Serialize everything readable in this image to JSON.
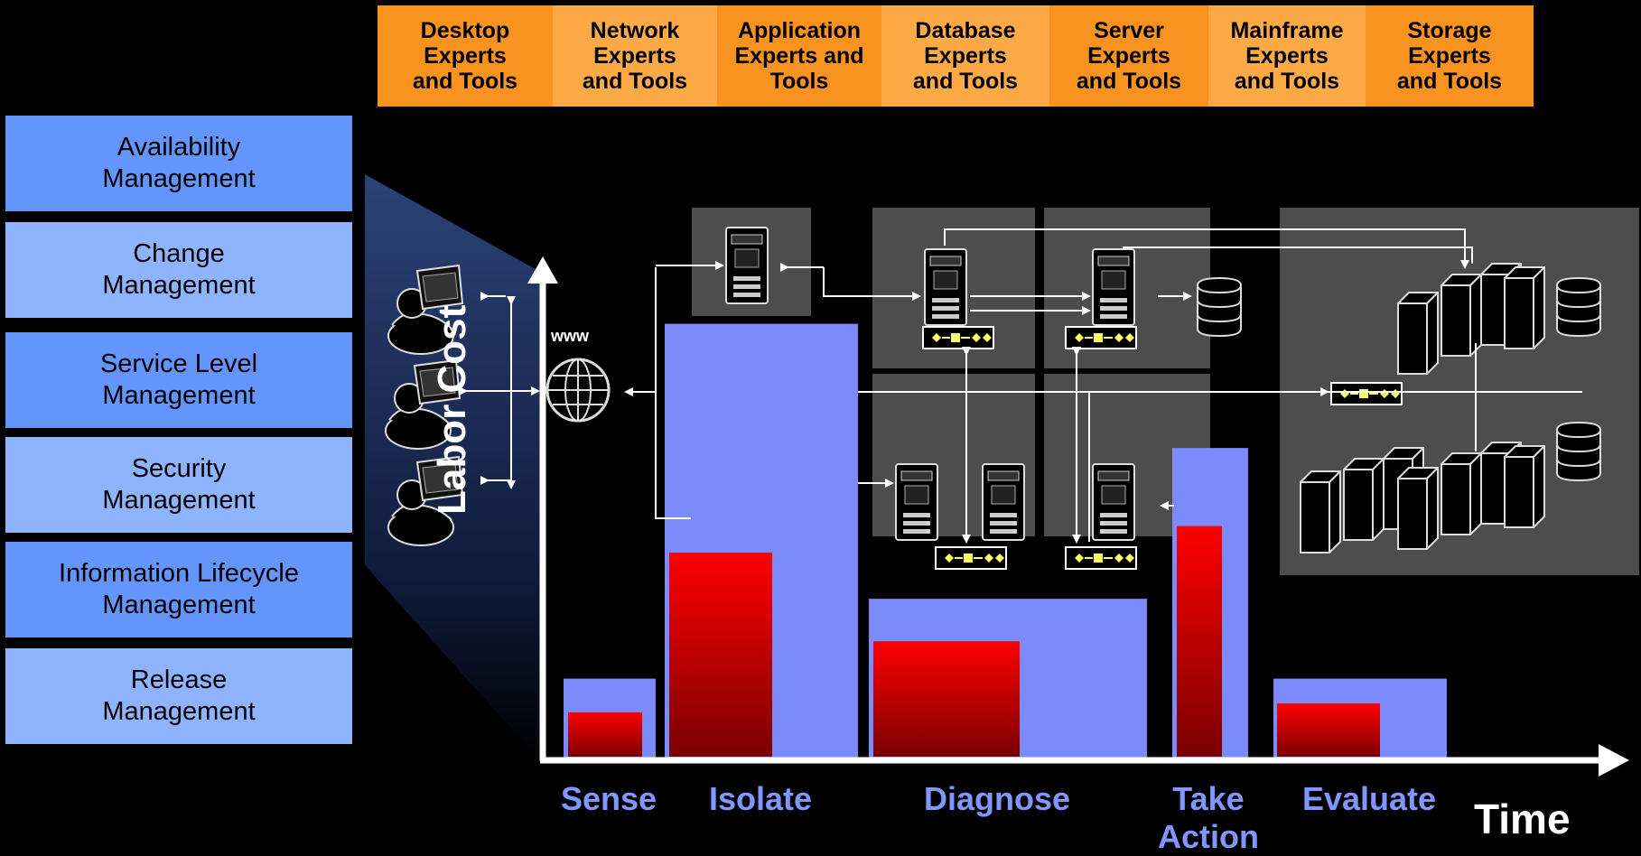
{
  "tool_columns": [
    {
      "label": "Desktop\nExperts\nand Tools",
      "color": "#f7931e"
    },
    {
      "label": "Network\nExperts\nand Tools",
      "color": "#fcaa46"
    },
    {
      "label": "Application\nExperts and\nTools",
      "color": "#f7931e"
    },
    {
      "label": "Database\nExperts\nand Tools",
      "color": "#fcaa46"
    },
    {
      "label": "Server\nExperts\nand Tools",
      "color": "#f7931e"
    },
    {
      "label": "Mainframe\nExperts\nand Tools",
      "color": "#fcaa46"
    },
    {
      "label": "Storage\nExperts\nand Tools",
      "color": "#f7931e"
    }
  ],
  "management_items": [
    {
      "label": "Availability\nManagement",
      "color": "#6495fd"
    },
    {
      "label": "Change\nManagement",
      "color": "#8fb4ff"
    },
    {
      "label": "Service Level\nManagement",
      "color": "#6495fd"
    },
    {
      "label": "Security\nManagement",
      "color": "#8fb4ff"
    },
    {
      "label": "Information Lifecycle\nManagement",
      "color": "#6495fd"
    },
    {
      "label": "Release\nManagement",
      "color": "#8fb4ff"
    }
  ],
  "network_labels": {
    "www": "www"
  },
  "chart_data": {
    "type": "bar",
    "xlabel": "Time",
    "ylabel": "Labor Cost",
    "categories": [
      "Sense",
      "Isolate",
      "Diagnose",
      "Take\nAction",
      "Evaluate"
    ],
    "series": [
      {
        "values": [
          9,
          49,
          18,
          35,
          9
        ],
        "color": "#7b8cfa"
      },
      {
        "values": [
          5,
          23,
          13,
          26,
          6
        ],
        "color": "#ff0000"
      }
    ],
    "ylim": [
      0,
      57
    ]
  },
  "colors": {
    "background": "#000000",
    "axis": "#ffffff",
    "box": "#4d4d4d",
    "flow_chip": "#ffff66",
    "funnel_top": "#1a2a5a",
    "funnel_bottom": "#000000"
  },
  "icons": [
    "user-workstation-icon",
    "globe-icon",
    "server-icon",
    "database-icon",
    "mainframe-icon",
    "message-flow-icon"
  ]
}
